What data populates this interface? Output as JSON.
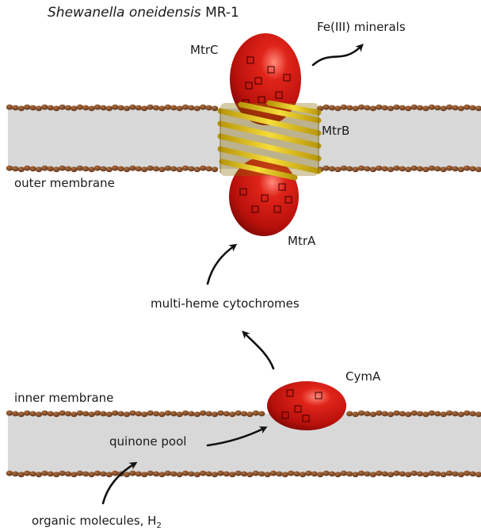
{
  "title": {
    "organism_italic": "Shewanella oneidensis",
    "strain": "MR-1"
  },
  "labels": {
    "fe_minerals": "Fe(III) minerals",
    "mtrc": "MtrC",
    "mtrb": "MtrB",
    "mtra": "MtrA",
    "outer_membrane": "outer membrane",
    "multiheme": "multi-heme cytochromes",
    "cyma": "CymA",
    "inner_membrane": "inner membrane",
    "quinone_pool": "quinone pool",
    "organic": "organic molecules, H",
    "organic_sub": "2"
  },
  "colors": {
    "membrane_band": "#d8d8d8",
    "lipid_bead": "#7a4420",
    "protein_red": "#c0120c",
    "barrel_gold": "#e2c21a",
    "arrow": "#111111"
  }
}
